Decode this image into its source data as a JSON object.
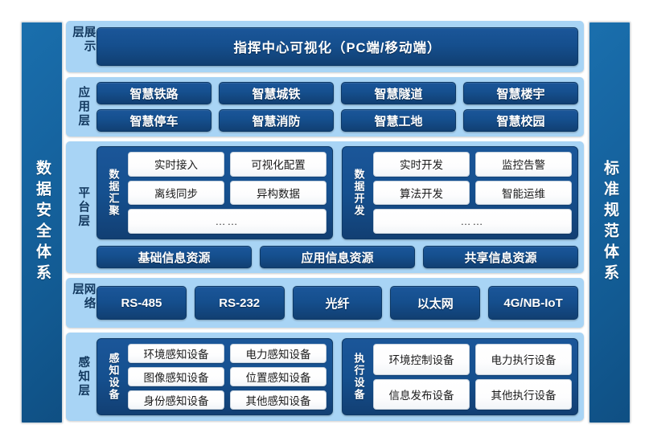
{
  "pillars": {
    "left": "数据安全体系",
    "right": "标准规范体系"
  },
  "layers": {
    "presentation": {
      "label": "展示层",
      "banner": "指挥中心可视化（PC端/移动端）"
    },
    "application": {
      "label": "应用层",
      "items": [
        "智慧铁路",
        "智慧城铁",
        "智慧隧道",
        "智慧楼宇",
        "智慧停车",
        "智慧消防",
        "智慧工地",
        "智慧校园"
      ]
    },
    "platform": {
      "label": "平台层",
      "panels": [
        {
          "label": "数据汇聚",
          "items": [
            "实时接入",
            "可视化配置",
            "离线同步",
            "异构数据"
          ],
          "more": "……"
        },
        {
          "label": "数据开发",
          "items": [
            "实时开发",
            "监控告警",
            "算法开发",
            "智能运维"
          ],
          "more": "……"
        }
      ],
      "resources": [
        "基础信息资源",
        "应用信息资源",
        "共享信息资源"
      ]
    },
    "network": {
      "label": "网络层",
      "items": [
        "RS-485",
        "RS-232",
        "光纤",
        "以太网",
        "4G/NB-IoT"
      ]
    },
    "sensing": {
      "label": "感知层",
      "panels": [
        {
          "label": "感知设备",
          "items": [
            "环境感知设备",
            "电力感知设备",
            "图像感知设备",
            "位置感知设备",
            "身份感知设备",
            "其他感知设备"
          ]
        },
        {
          "label": "执行设备",
          "items": [
            "环境控制设备",
            "电力执行设备",
            "信息发布设备",
            "其他执行设备"
          ]
        }
      ]
    }
  },
  "colors": {
    "dark_blue": "#154F8E",
    "light_blue": "#A8D4F5",
    "pillar_blue": "#1664A0",
    "white_chip": "#FFFFFF"
  }
}
